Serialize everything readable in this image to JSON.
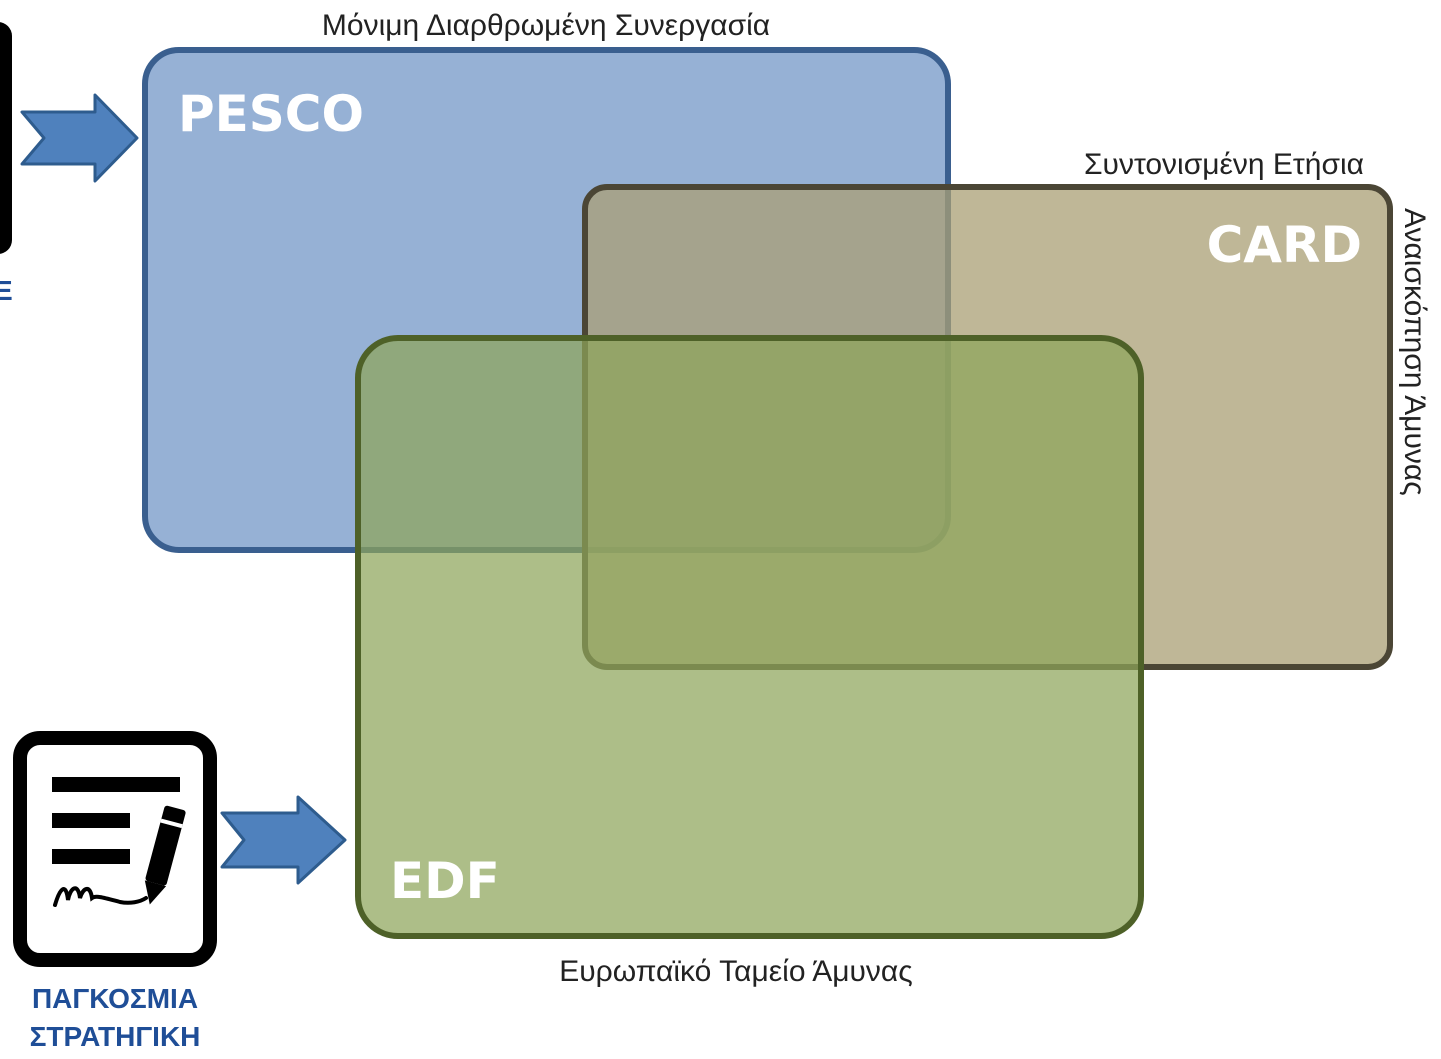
{
  "top_label": "Μόνιμη Διαρθρωμένη Συνεργασία",
  "card_top_label": "Συντονισμένη Ετήσια",
  "card_side_label": "Αναισκόπηση Άμυνας",
  "bottom_label": "Ευρωπαϊκό Ταμείο Άμυνας",
  "boxes": {
    "pesco": {
      "title": "PESCO",
      "fill": "#7fa0cc",
      "stroke": "#3a5f8f"
    },
    "card": {
      "title": "CARD",
      "fill": "#a99f74",
      "stroke": "#4b4635"
    },
    "edf": {
      "title": "EDF",
      "fill": "#8ea55a",
      "stroke": "#4e6128"
    }
  },
  "document_caption_line1": "ΠΑΓΚΟΣΜΙΑ",
  "document_caption_line2": "ΣΤΡΑΤΗΓΙΚΗ",
  "partial_left_letter": "Ε",
  "colors": {
    "arrow_fill": "#4f81bd",
    "arrow_stroke": "#2e5c8e",
    "caption_color": "#1f4e97"
  }
}
